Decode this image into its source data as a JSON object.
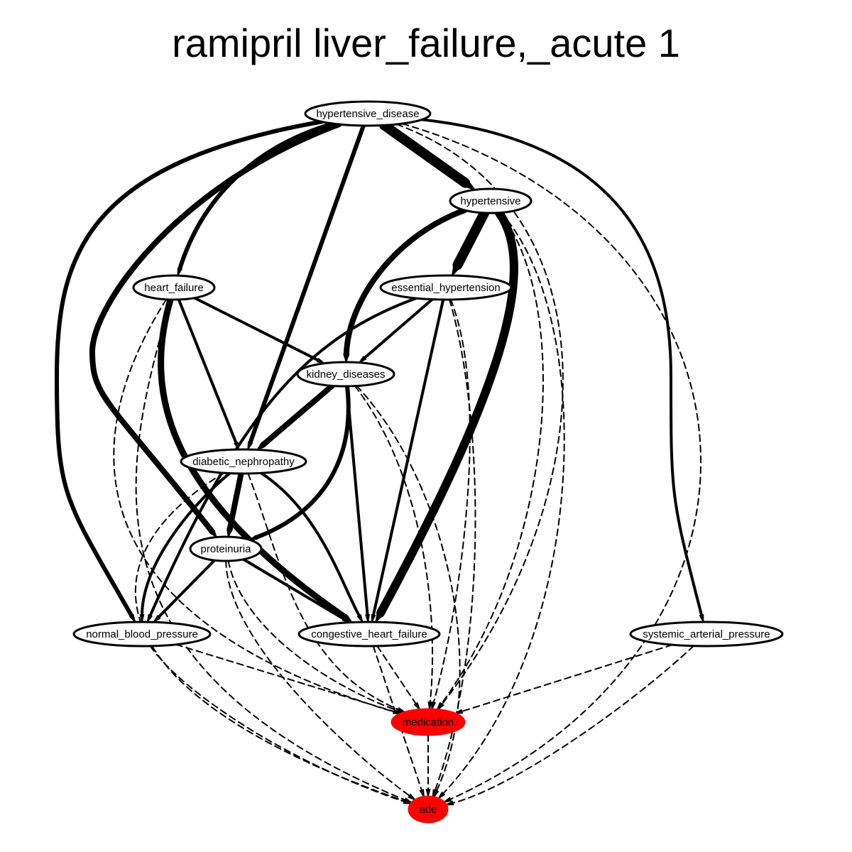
{
  "title": "ramipril liver_failure,_acute 1",
  "colors": {
    "highlight": "#ff0000",
    "default_fill": "#ffffff",
    "stroke": "#000000"
  },
  "nodes": [
    {
      "id": "hypertensive_disease",
      "label": "hypertensive_disease"
    },
    {
      "id": "hypertensive",
      "label": "hypertensive"
    },
    {
      "id": "heart_failure",
      "label": "heart_failure"
    },
    {
      "id": "essential_hypertension",
      "label": "essential_hypertension"
    },
    {
      "id": "kidney_diseases",
      "label": "kidney_diseases"
    },
    {
      "id": "diabetic_nephropathy",
      "label": "diabetic_nephropathy"
    },
    {
      "id": "proteinuria",
      "label": "proteinuria"
    },
    {
      "id": "normal_blood_pressure",
      "label": "normal_blood_pressure"
    },
    {
      "id": "congestive_heart_failure",
      "label": "congestive_heart_failure"
    },
    {
      "id": "systemic_arterial_pressure",
      "label": "systemic_arterial_pressure"
    },
    {
      "id": "medication",
      "label": "medication",
      "highlight": true
    },
    {
      "id": "ade",
      "label": "ade",
      "highlight": true
    }
  ],
  "edges": [
    {
      "from": "hypertensive_disease",
      "to": "hypertensive",
      "style": "solid",
      "weight": 14
    },
    {
      "from": "hypertensive_disease",
      "to": "heart_failure",
      "style": "solid",
      "weight": 6
    },
    {
      "from": "hypertensive_disease",
      "to": "diabetic_nephropathy",
      "style": "solid",
      "weight": 6
    },
    {
      "from": "hypertensive_disease",
      "to": "proteinuria",
      "style": "solid",
      "weight": 8
    },
    {
      "from": "hypertensive_disease",
      "to": "normal_blood_pressure",
      "style": "solid",
      "weight": 6
    },
    {
      "from": "hypertensive_disease",
      "to": "systemic_arterial_pressure",
      "style": "solid",
      "weight": 4
    },
    {
      "from": "hypertensive_disease",
      "to": "medication",
      "style": "dashed",
      "weight": 2
    },
    {
      "from": "hypertensive_disease",
      "to": "ade",
      "style": "dashed",
      "weight": 2
    },
    {
      "from": "hypertensive",
      "to": "essential_hypertension",
      "style": "solid",
      "weight": 14
    },
    {
      "from": "hypertensive",
      "to": "kidney_diseases",
      "style": "solid",
      "weight": 8
    },
    {
      "from": "hypertensive",
      "to": "congestive_heart_failure",
      "style": "solid",
      "weight": 12
    },
    {
      "from": "hypertensive",
      "to": "medication",
      "style": "dashed",
      "weight": 2
    },
    {
      "from": "hypertensive",
      "to": "ade",
      "style": "dashed",
      "weight": 2
    },
    {
      "from": "heart_failure",
      "to": "kidney_diseases",
      "style": "solid",
      "weight": 4
    },
    {
      "from": "heart_failure",
      "to": "diabetic_nephropathy",
      "style": "solid",
      "weight": 4
    },
    {
      "from": "heart_failure",
      "to": "congestive_heart_failure",
      "style": "solid",
      "weight": 9
    },
    {
      "from": "heart_failure",
      "to": "medication",
      "style": "dashed",
      "weight": 2
    },
    {
      "from": "heart_failure",
      "to": "ade",
      "style": "dashed",
      "weight": 2
    },
    {
      "from": "essential_hypertension",
      "to": "kidney_diseases",
      "style": "solid",
      "weight": 4
    },
    {
      "from": "essential_hypertension",
      "to": "congestive_heart_failure",
      "style": "solid",
      "weight": 4
    },
    {
      "from": "essential_hypertension",
      "to": "normal_blood_pressure",
      "style": "solid",
      "weight": 4
    },
    {
      "from": "essential_hypertension",
      "to": "medication",
      "style": "dashed",
      "weight": 2
    },
    {
      "from": "essential_hypertension",
      "to": "ade",
      "style": "dashed",
      "weight": 2
    },
    {
      "from": "kidney_diseases",
      "to": "diabetic_nephropathy",
      "style": "solid",
      "weight": 8
    },
    {
      "from": "kidney_diseases",
      "to": "proteinuria",
      "style": "solid",
      "weight": 6
    },
    {
      "from": "kidney_diseases",
      "to": "congestive_heart_failure",
      "style": "solid",
      "weight": 4
    },
    {
      "from": "kidney_diseases",
      "to": "medication",
      "style": "dashed",
      "weight": 2
    },
    {
      "from": "kidney_diseases",
      "to": "ade",
      "style": "dashed",
      "weight": 2
    },
    {
      "from": "diabetic_nephropathy",
      "to": "proteinuria",
      "style": "solid",
      "weight": 8
    },
    {
      "from": "diabetic_nephropathy",
      "to": "normal_blood_pressure",
      "style": "solid",
      "weight": 4
    },
    {
      "from": "diabetic_nephropathy",
      "to": "congestive_heart_failure",
      "style": "solid",
      "weight": 4
    },
    {
      "from": "diabetic_nephropathy",
      "to": "medication",
      "style": "dashed",
      "weight": 2
    },
    {
      "from": "diabetic_nephropathy",
      "to": "ade",
      "style": "dashed",
      "weight": 2
    },
    {
      "from": "proteinuria",
      "to": "normal_blood_pressure",
      "style": "solid",
      "weight": 4
    },
    {
      "from": "proteinuria",
      "to": "congestive_heart_failure",
      "style": "solid",
      "weight": 4
    },
    {
      "from": "proteinuria",
      "to": "medication",
      "style": "dashed",
      "weight": 2
    },
    {
      "from": "proteinuria",
      "to": "ade",
      "style": "dashed",
      "weight": 2
    },
    {
      "from": "normal_blood_pressure",
      "to": "medication",
      "style": "dashed",
      "weight": 2
    },
    {
      "from": "normal_blood_pressure",
      "to": "ade",
      "style": "dashed",
      "weight": 2
    },
    {
      "from": "congestive_heart_failure",
      "to": "medication",
      "style": "dashed",
      "weight": 2
    },
    {
      "from": "congestive_heart_failure",
      "to": "ade",
      "style": "dashed",
      "weight": 2
    },
    {
      "from": "systemic_arterial_pressure",
      "to": "medication",
      "style": "dashed",
      "weight": 2
    },
    {
      "from": "systemic_arterial_pressure",
      "to": "ade",
      "style": "dashed",
      "weight": 2
    },
    {
      "from": "medication",
      "to": "ade",
      "style": "dashed",
      "weight": 2
    }
  ]
}
